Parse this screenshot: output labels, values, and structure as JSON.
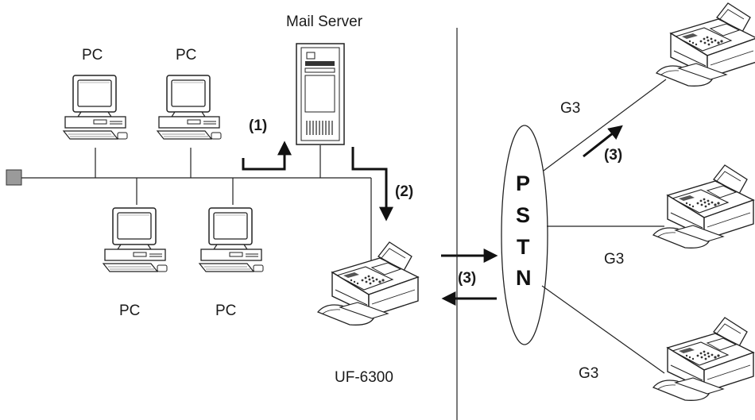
{
  "labels": {
    "mail_server": "Mail Server",
    "pc_top_left": "PC",
    "pc_top_right": "PC",
    "pc_bottom_left": "PC",
    "pc_bottom_right": "PC",
    "local_fax": "UF-6300",
    "step_1": "(1)",
    "step_2": "(2)",
    "step_3_pstn": "(3)",
    "step_3_remote": "(3)",
    "g3_top": "G3",
    "g3_middle": "G3",
    "g3_bottom": "G3"
  },
  "pstn": {
    "letters": [
      "P",
      "S",
      "T",
      "N"
    ]
  },
  "icons": [
    "terminator-icon",
    "pc-icon",
    "mail-server-icon",
    "fax-machine-icon",
    "arrow-icon"
  ]
}
